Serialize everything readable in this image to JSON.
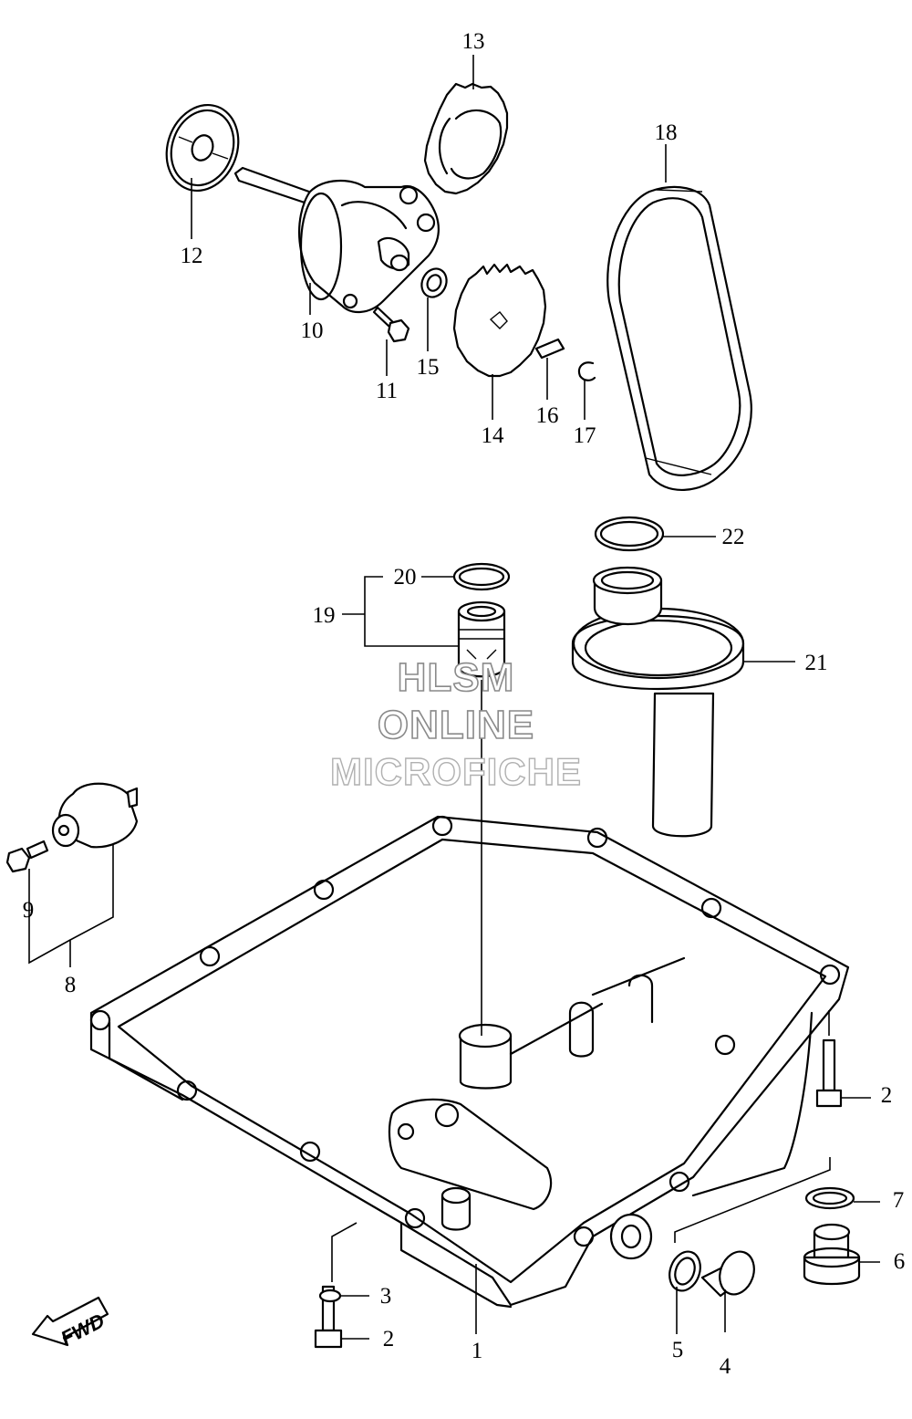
{
  "watermark": {
    "line1": "HLSM",
    "line2": "ONLINE",
    "line3": "MICROFICHE"
  },
  "fwd_label": "FWD",
  "callouts": {
    "c1": "1",
    "c2a": "2",
    "c2b": "2",
    "c3": "3",
    "c4": "4",
    "c5": "5",
    "c6": "6",
    "c7": "7",
    "c8": "8",
    "c9": "9",
    "c10": "10",
    "c11": "11",
    "c12": "12",
    "c13": "13",
    "c14": "14",
    "c15": "15",
    "c16": "16",
    "c17": "17",
    "c18": "18",
    "c19": "19",
    "c20": "20",
    "c21": "21",
    "c22": "22"
  }
}
